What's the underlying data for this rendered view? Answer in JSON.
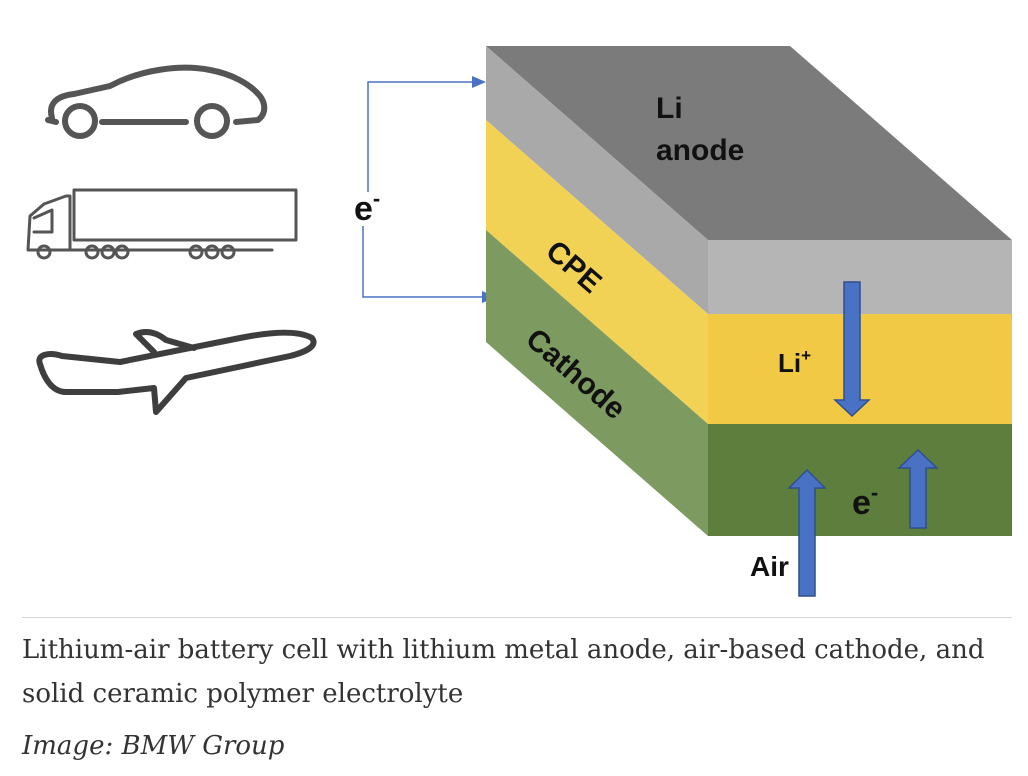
{
  "diagram": {
    "layers": {
      "anode": {
        "label_line1": "Li",
        "label_line2": "anode"
      },
      "electrolyte": {
        "label": "CPE"
      },
      "cathode": {
        "label": "Cathode"
      }
    },
    "electron_label": "e",
    "electron_superscript": "-",
    "ion_label": "Li",
    "ion_superscript": "+",
    "cathode_electron_label": "e",
    "cathode_electron_superscript": "-",
    "air_label": "Air",
    "icons": [
      "car-icon",
      "truck-icon",
      "airplane-icon"
    ],
    "colors": {
      "anode_top": "#7b7b7b",
      "anode_side": "#a9a9a9",
      "anode_front": "#b5b5b5",
      "electrolyte_side": "#f1d255",
      "electrolyte_front": "#f1c944",
      "cathode_side": "#7d9a61",
      "cathode_front": "#5e7e3d",
      "arrow_blue": "#4a72c4",
      "arrow_outline": "#2f4f8f",
      "wire_blue": "#4a72c4",
      "icon_gray": "#555555"
    }
  },
  "caption": {
    "text": "Lithium-air battery cell with lithium metal anode, air-based cathode, and solid ceramic polymer electrolyte",
    "credit": "Image: BMW Group"
  }
}
